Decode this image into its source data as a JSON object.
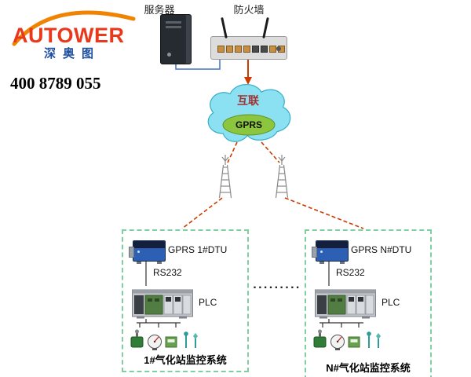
{
  "brand": {
    "name": "AUTOWER",
    "subtitle": "深奥图",
    "phone": "400 8789 055"
  },
  "top": {
    "server_label": "服务器",
    "firewall_label": "防火墙"
  },
  "cloud": {
    "title": "互联",
    "badge": "GPRS"
  },
  "separator": "·········",
  "stations": [
    {
      "dtu": "GPRS 1#DTU",
      "link": "RS232",
      "plc": "PLC",
      "caption": "1#气化站监控系统"
    },
    {
      "dtu": "GPRS N#DTU",
      "link": "RS232",
      "plc": "PLC",
      "caption": "N#气化站监控系统"
    }
  ],
  "colors": {
    "brand_red": "#e8391d",
    "brand_orange": "#f08300",
    "brand_blue": "#1f4fa0",
    "cloud_fill": "#8be1f1",
    "cloud_stroke": "#35aec7",
    "gprs_green": "#8cc63f",
    "wireless_link": "#cc3a00",
    "station_border": "#7fcfa0",
    "cable_blue": "#4472c4"
  }
}
